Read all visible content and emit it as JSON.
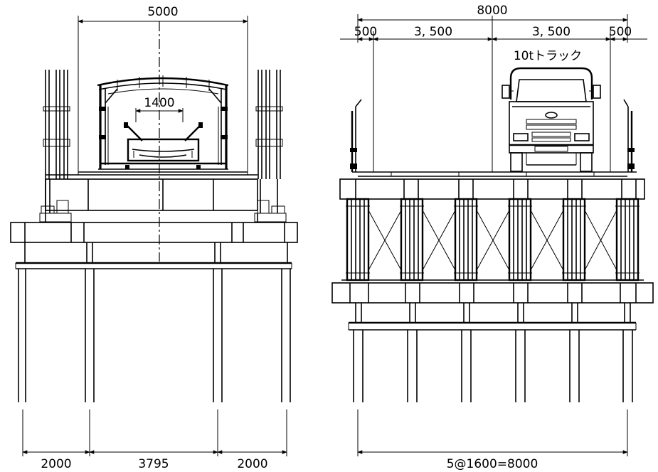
{
  "left_view": {
    "top_dim": "5000",
    "inner_dim": "1400",
    "bottom_dims": [
      "2000",
      "3795",
      "2000"
    ]
  },
  "right_view": {
    "top_dim": "8000",
    "sub_dims": [
      "500",
      "3, 500",
      "3, 500",
      "500"
    ],
    "vehicle_label": "10tトラック",
    "bottom_dim": "5@1600=8000"
  },
  "icons": {
    "left": "conveyor-frame-icon",
    "right": "truck-icon"
  }
}
